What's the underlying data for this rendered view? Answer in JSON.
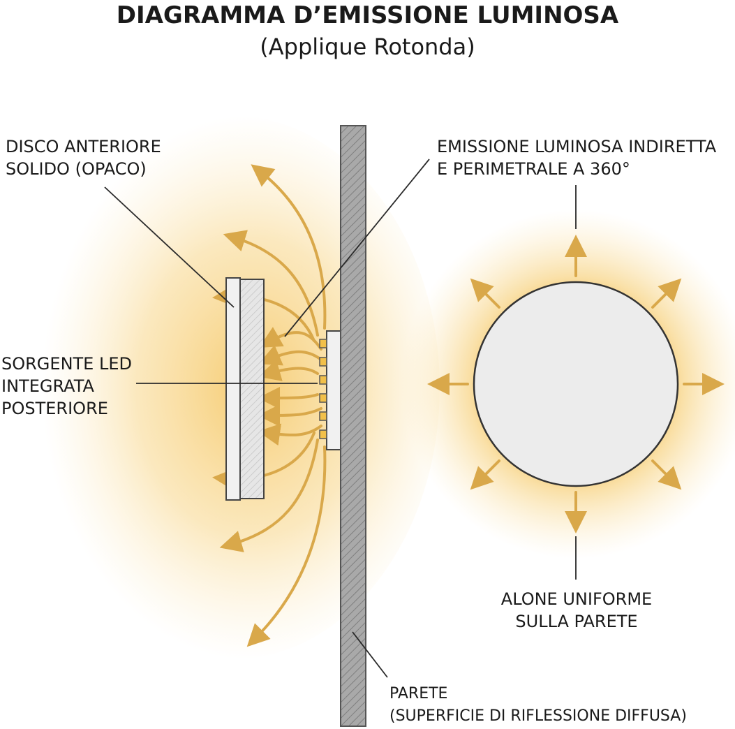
{
  "title": "DIAGRAMMA D’EMISSIONE LUMINOSA",
  "subtitle": "(Applique Rotonda)",
  "labels": {
    "front_disc": [
      "DISCO ANTERIORE",
      "SOLIDO (OPACO)"
    ],
    "emission": [
      "EMISSIONE LUMINOSA INDIRETTA",
      "E PERIMETRALE A 360°"
    ],
    "led_source": [
      "SORGENTE LED",
      "INTEGRATA",
      "POSTERIORE"
    ],
    "halo": [
      "ALONE UNIFORME",
      "SULLA PARETE"
    ],
    "wall": [
      "PARETE",
      "(SUPERFICIE DI RIFLESSIONE DIFFUSA)"
    ]
  },
  "colors": {
    "glow": "#f5c35a",
    "arrow": "#d9a84a",
    "disc": "#ececec",
    "wall": "#9a9a9a",
    "line": "#2a2a2a"
  }
}
